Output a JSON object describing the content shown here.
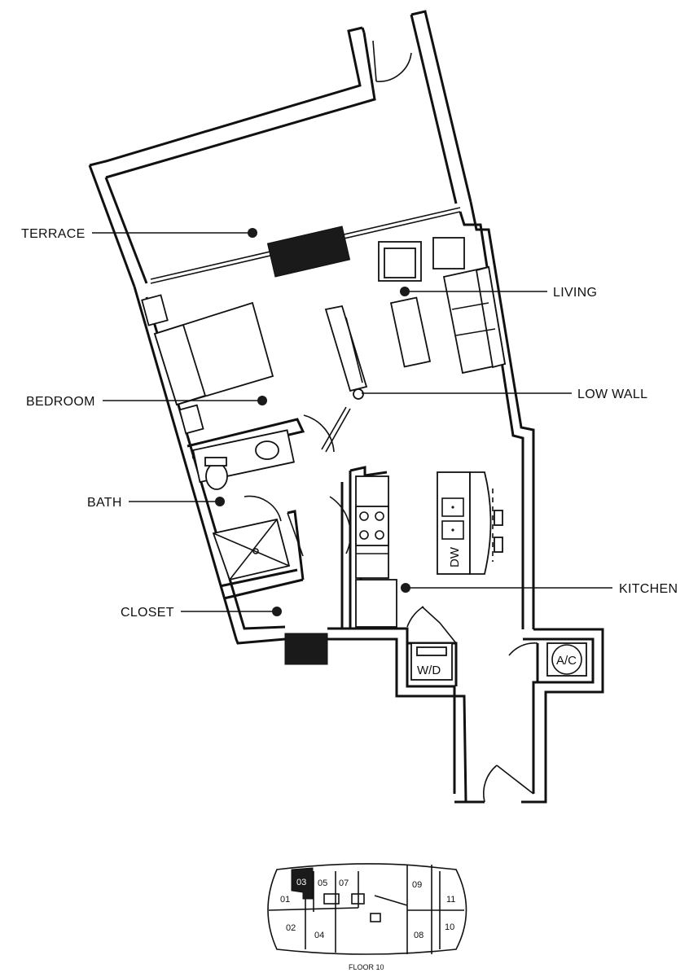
{
  "labels": {
    "terrace": "TERRACE",
    "living": "LIVING",
    "bedroom": "BEDROOM",
    "low_wall": "LOW WALL",
    "bath": "BATH",
    "kitchen": "KITCHEN",
    "closet": "CLOSET"
  },
  "fixtures": {
    "dishwasher": "DW",
    "washer_dryer": "W/D",
    "ac": "A/C"
  },
  "key_plan": {
    "caption": "FLOOR 10",
    "highlighted_unit": "03",
    "units": [
      "01",
      "02",
      "03",
      "04",
      "05",
      "07",
      "08",
      "09",
      "10",
      "11"
    ]
  }
}
